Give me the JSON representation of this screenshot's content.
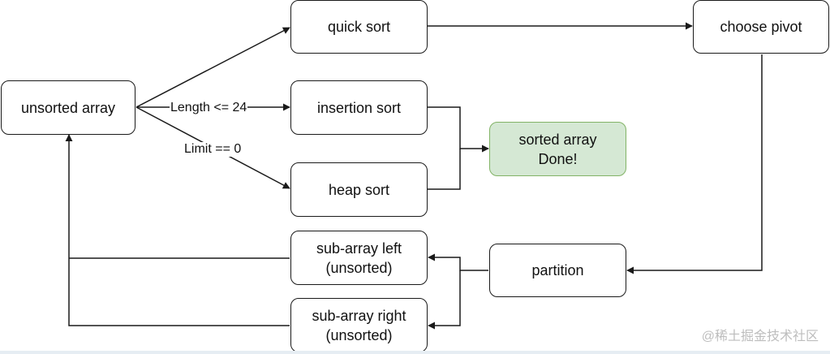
{
  "nodes": {
    "unsorted_array": "unsorted array",
    "quick_sort": "quick sort",
    "choose_pivot": "choose pivot",
    "insertion_sort": "insertion sort",
    "heap_sort": "heap sort",
    "sorted_array": "sorted array\nDone!",
    "partition": "partition",
    "sub_array_left": "sub-array left\n(unsorted)",
    "sub_array_right": "sub-array right\n(unsorted)"
  },
  "edge_labels": {
    "length_condition": "Length <= 24",
    "limit_condition": "Limit == 0"
  },
  "colors": {
    "done_fill": "#d5e8d4",
    "done_stroke": "#82b366",
    "stroke": "#1a1a1a"
  },
  "watermark": "@稀土掘金技术社区"
}
